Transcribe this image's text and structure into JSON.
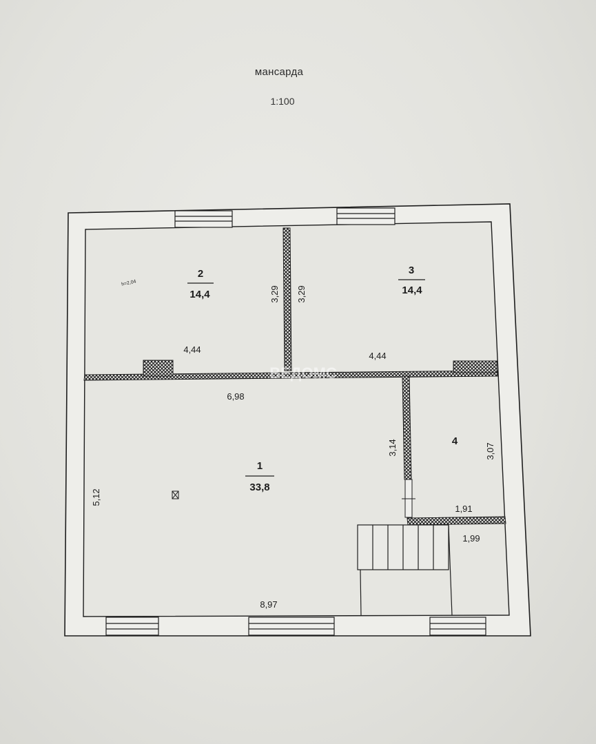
{
  "plan": {
    "title": "мансарда",
    "scale": "1:100",
    "rooms": [
      {
        "number": "1",
        "area": "33,8"
      },
      {
        "number": "2",
        "area": "14,4"
      },
      {
        "number": "3",
        "area": "14,4"
      },
      {
        "number": "4",
        "area": ""
      }
    ],
    "height_note": "h=2,04",
    "dimensions": {
      "room2_width": "4,44",
      "room2_depth": "3,29",
      "room3_depth": "3,29",
      "room3_width": "4,44",
      "room1_top": "6,98",
      "room1_left": "5,12",
      "room1_bottom": "8,97",
      "partition": "3,14",
      "room4_depth": "3,07",
      "room4_width": "1,91",
      "stair_width": "1,99"
    },
    "watermark": "ВЕДОМС"
  }
}
